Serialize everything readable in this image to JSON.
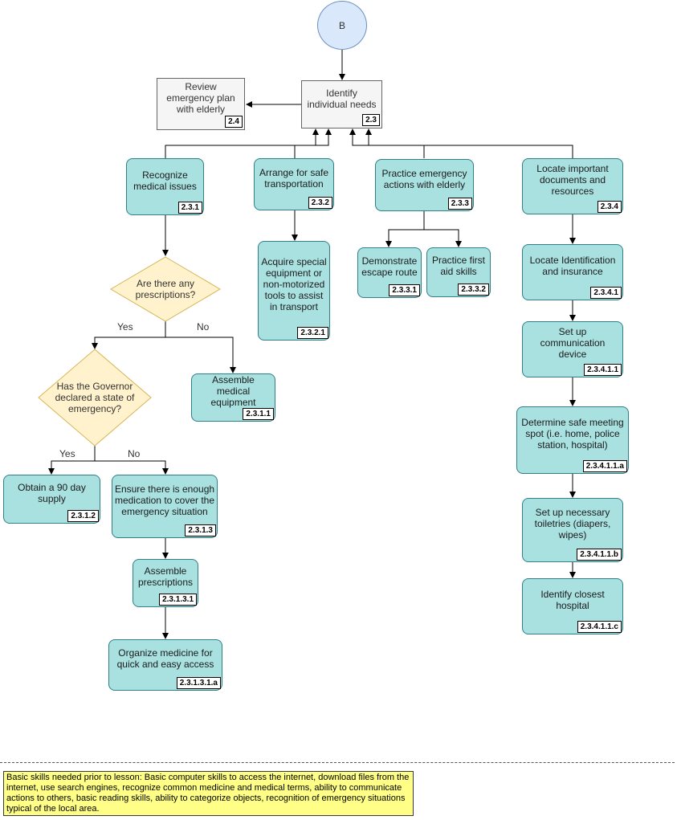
{
  "nodes": {
    "start": {
      "label": "B"
    },
    "n2_3": {
      "label": "Identify individual needs",
      "id": "2.3"
    },
    "n2_4": {
      "label": "Review emergency plan with elderly",
      "id": "2.4"
    },
    "n2_3_1": {
      "label": "Recognize medical issues",
      "id": "2.3.1"
    },
    "n2_3_2": {
      "label": "Arrange for safe transportation",
      "id": "2.3.2"
    },
    "n2_3_3": {
      "label": "Practice emergency actions with elderly",
      "id": "2.3.3"
    },
    "n2_3_4": {
      "label": "Locate important documents and resources",
      "id": "2.3.4"
    },
    "n2_3_2_1": {
      "label": "Acquire special equipment or non-motorized tools to assist in transport",
      "id": "2.3.2.1"
    },
    "n2_3_3_1": {
      "label": "Demonstrate escape route",
      "id": "2.3.3.1"
    },
    "n2_3_3_2": {
      "label": "Practice first aid skills",
      "id": "2.3.3.2"
    },
    "n2_3_4_1": {
      "label": "Locate Identification and insurance",
      "id": "2.3.4.1"
    },
    "n2_3_4_1_1": {
      "label": "Set up communication device",
      "id": "2.3.4.1.1"
    },
    "n2_3_4_1_1_a": {
      "label": "Determine safe meeting spot (i.e. home, police station, hospital)",
      "id": "2.3.4.1.1.a"
    },
    "n2_3_4_1_1_b": {
      "label": "Set up necessary toiletries (diapers, wipes)",
      "id": "2.3.4.1.1.b"
    },
    "n2_3_4_1_1_c": {
      "label": "Identify closest hospital",
      "id": "2.3.4.1.1.c"
    },
    "n2_3_1_1": {
      "label": "Assemble medical equipment",
      "id": "2.3.1.1"
    },
    "n2_3_1_2": {
      "label": "Obtain a 90 day supply",
      "id": "2.3.1.2"
    },
    "n2_3_1_3": {
      "label": "Ensure there is enough medication to cover the emergency situation",
      "id": "2.3.1.3"
    },
    "n2_3_1_3_1": {
      "label": "Assemble prescriptions",
      "id": "2.3.1.3.1"
    },
    "n2_3_1_3_1_a": {
      "label": "Organize medicine for quick and easy access",
      "id": "2.3.1.3.1.a"
    }
  },
  "decisions": {
    "prescriptions": {
      "label": "Are there any prescriptions?",
      "yes": "Yes",
      "no": "No"
    },
    "governor": {
      "label": "Has the Governor declared a state of emergency?",
      "yes": "Yes",
      "no": "No"
    }
  },
  "note": "Basic skills needed prior to lesson: Basic computer skills to access the internet, download files from the internet, use search engines, recognize common medicine and medical terms, ability to communicate actions to others, basic reading skills, ability to categorize objects, recognition of emergency situations typical of the local area.",
  "colors": {
    "process_fill": "#a9e0e0",
    "process_stroke": "#2e7f86",
    "decision_fill": "#fff2cc",
    "decision_stroke": "#d6b656",
    "start_fill": "#dae8fc",
    "gray_fill": "#f5f5f5",
    "note_fill": "#ffff88"
  }
}
